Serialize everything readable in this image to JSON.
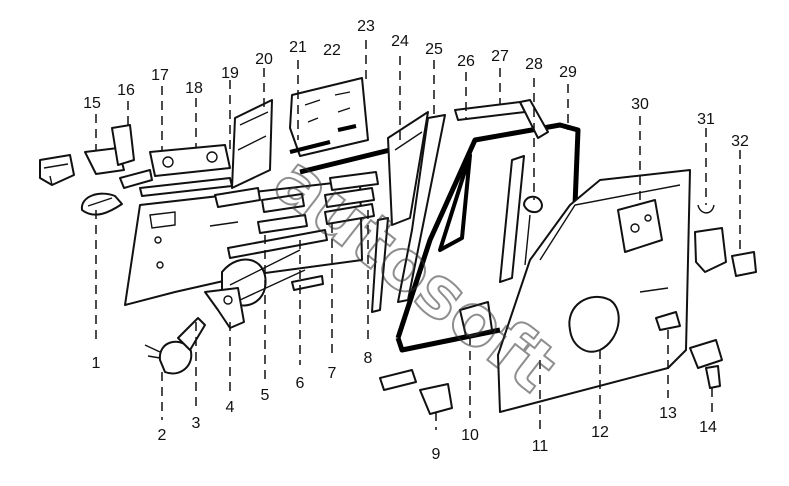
{
  "labels": [
    "1",
    "2",
    "3",
    "4",
    "5",
    "6",
    "7",
    "8",
    "9",
    "10",
    "11",
    "12",
    "13",
    "14",
    "15",
    "16",
    "17",
    "18",
    "19",
    "20",
    "21",
    "22",
    "23",
    "24",
    "25",
    "26",
    "27",
    "28",
    "29",
    "30",
    "31",
    "32"
  ],
  "watermark": "autosoft",
  "colors": {
    "ink": "#111111",
    "background": "#ffffff"
  }
}
